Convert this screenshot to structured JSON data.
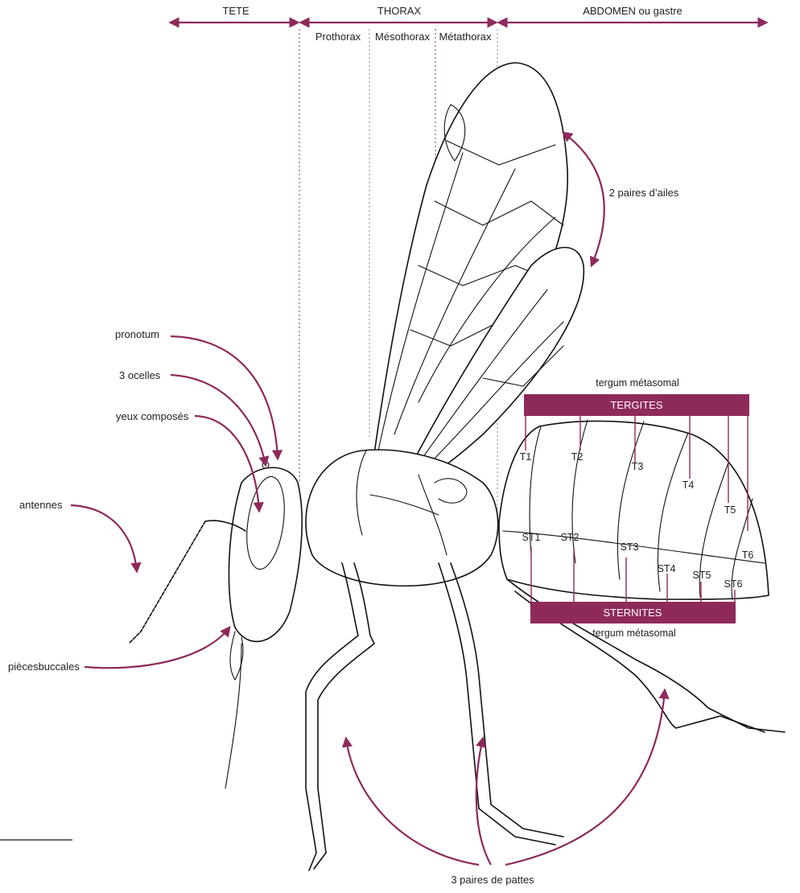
{
  "colors": {
    "accent": "#8e2a5a",
    "ink": "#111111"
  },
  "regions": {
    "head": "TETE",
    "thorax": "THORAX",
    "abdomen": "ABDOMEN ou gastre"
  },
  "thorax_parts": {
    "prothorax": "Prothorax",
    "mesothorax": "Mésothorax",
    "metathorax": "Métathorax"
  },
  "labels": {
    "wings": "2 paires d’ailes",
    "pronotum": "pronotum",
    "ocelli": "3 ocelles",
    "compound_eyes": "yeux composés",
    "antennae": "antennes",
    "mouthparts": "piècesbuccales",
    "legs": "3 paires de pattes"
  },
  "tergites": {
    "header_above": "tergum métasomal",
    "box_title": "TERGITES",
    "items": [
      "T1",
      "T2",
      "T3",
      "T4",
      "T5",
      "T6"
    ]
  },
  "sternites": {
    "box_title": "STERNITES",
    "footer_below": "tergum métasomal",
    "items": [
      "ST1",
      "ST2",
      "ST3",
      "ST4",
      "ST5",
      "ST6"
    ]
  }
}
